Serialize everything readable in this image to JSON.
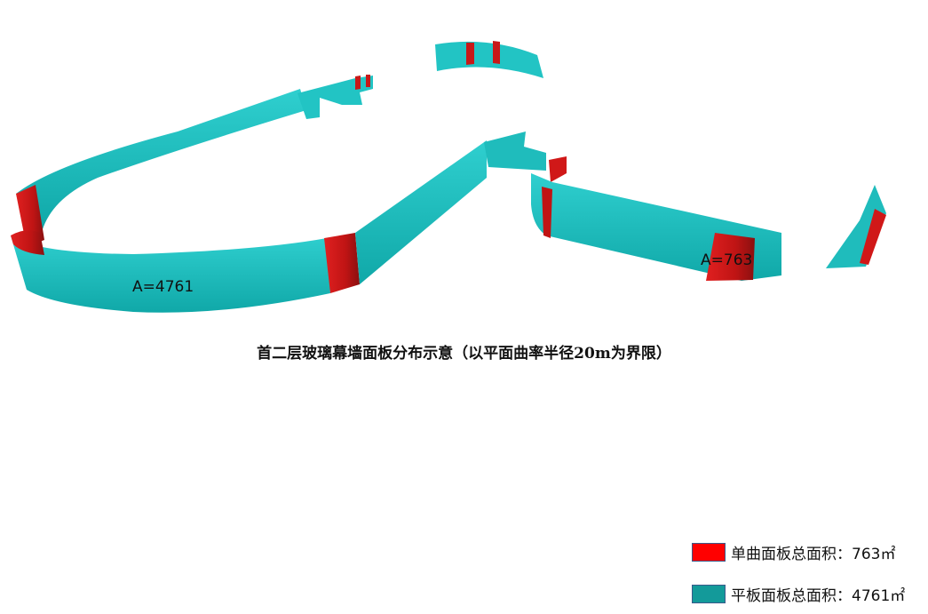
{
  "title": "首二层玻璃幕墙面板分布示意（以平面曲率半径20m为界限）",
  "labels": {
    "left_area": "A=4761",
    "right_area": "A=763"
  },
  "legend": [
    {
      "label": "单曲面板总面积：763㎡",
      "color": "#ff0000"
    },
    {
      "label": "平板面板总面积：4761㎡",
      "color": "#139a9a"
    }
  ],
  "colors": {
    "flat": "#1fbcbc",
    "curved": "#d01818"
  }
}
